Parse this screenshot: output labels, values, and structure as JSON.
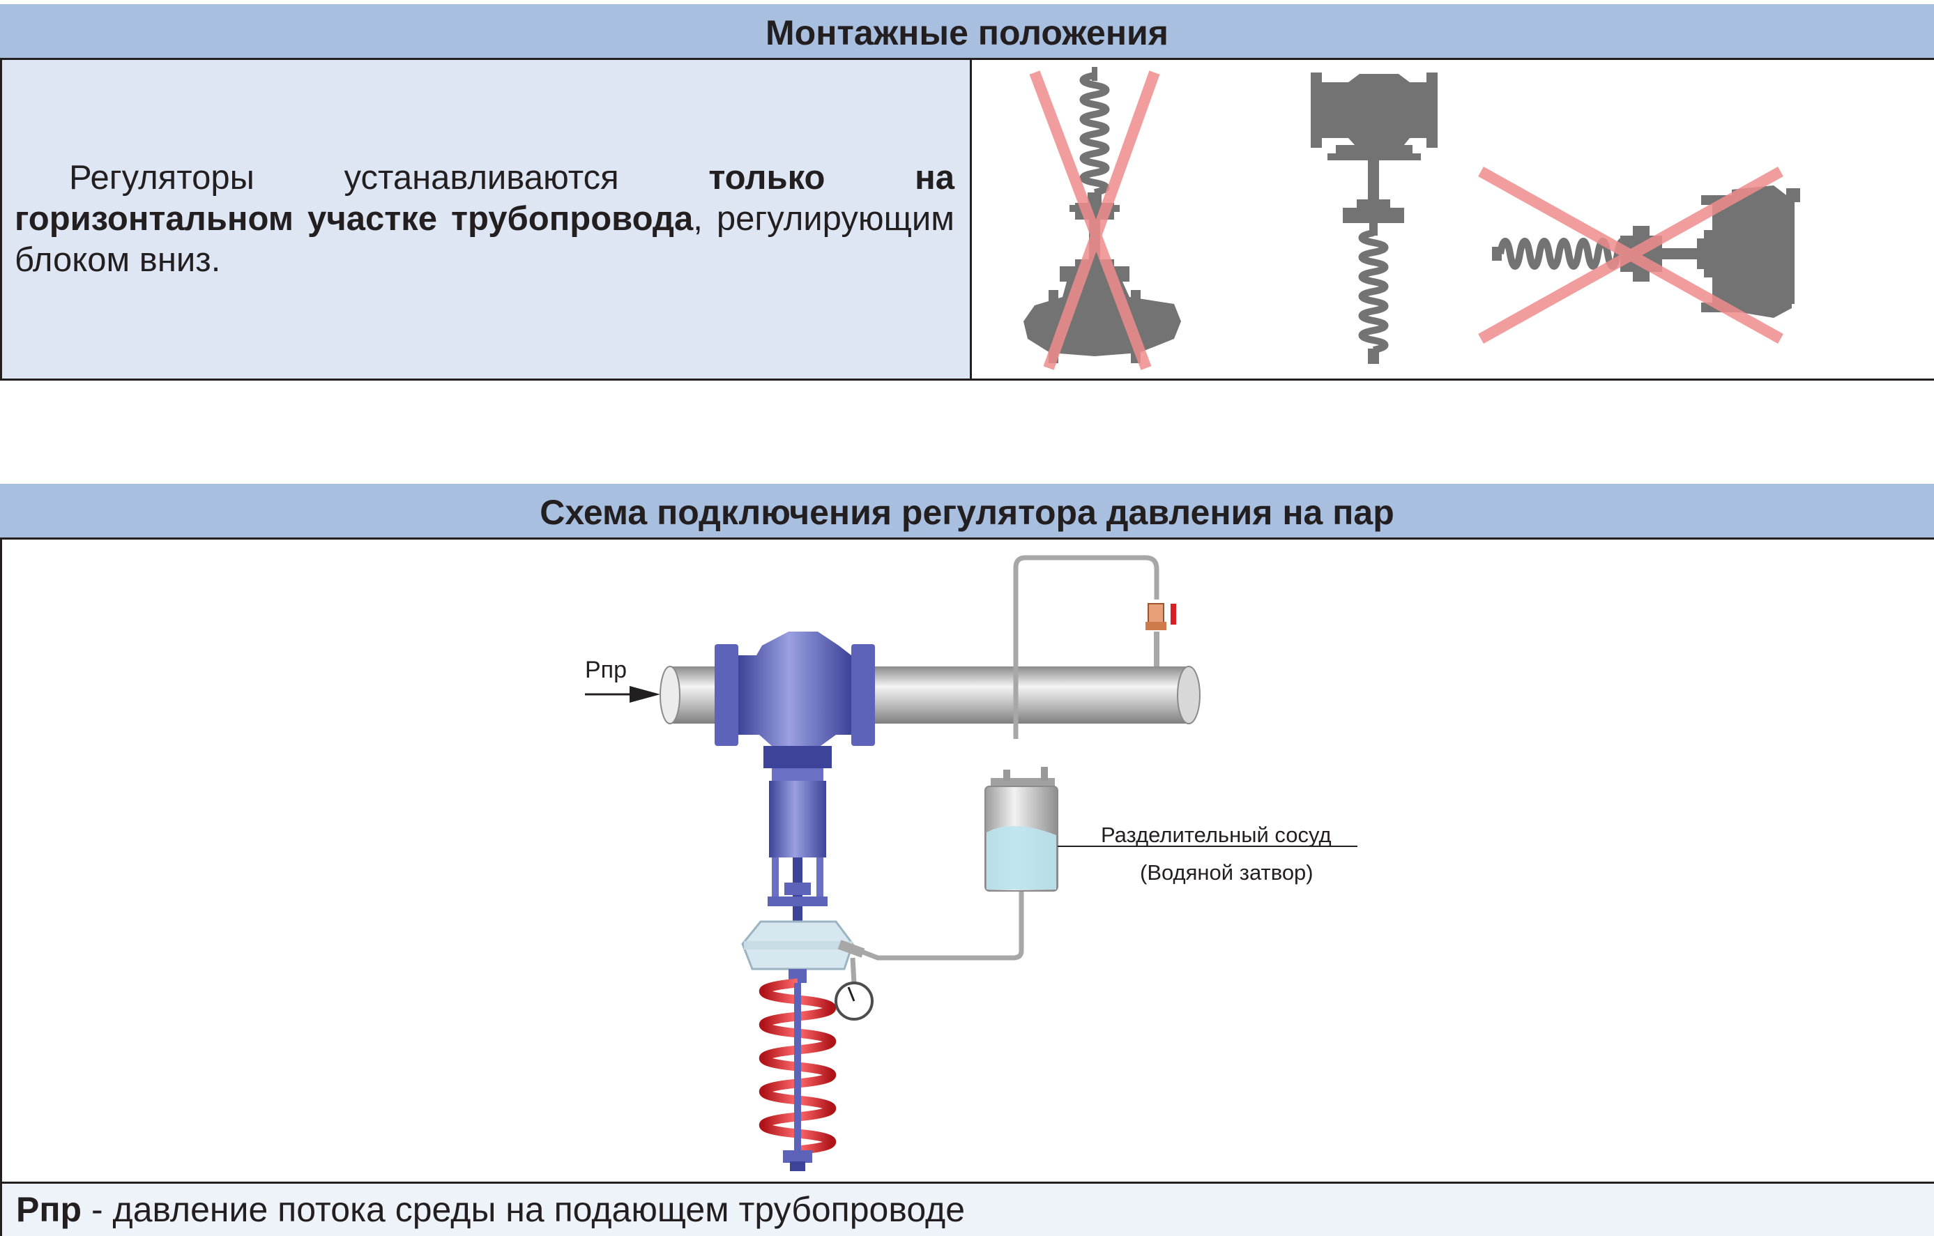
{
  "mounting": {
    "title": "Монтажные положения",
    "text_part1": "Регуляторы устанавливаются ",
    "text_bold": "только на горизонтальном участке трубопровода",
    "text_part2": ", регулирующим блоком вниз.",
    "positions": [
      {
        "orientation": "actuator up",
        "allowed": false
      },
      {
        "orientation": "actuator down",
        "allowed": true
      },
      {
        "orientation": "horizontal actuator",
        "allowed": false
      }
    ],
    "cross_color": "#f08c8c",
    "body_color": "#737373"
  },
  "scheme": {
    "title": "Схема подключения регулятора давления на пар",
    "inlet_label": "Рпр",
    "vessel_label": "Разделительный сосуд",
    "vessel_sublabel": "(Водяной затвор)",
    "valve_color": "#5d63b8",
    "spring_color": "#e8282d",
    "pipe_color": "#b5b5b5"
  },
  "footnote": {
    "term": "Рпр",
    "definition": " - давление потока среды на подающем трубопроводе"
  }
}
